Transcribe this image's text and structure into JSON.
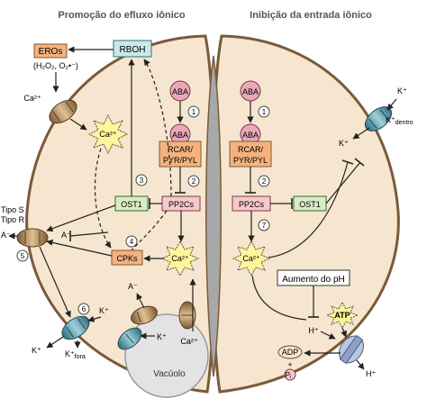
{
  "titles": {
    "left": "Promoção do efluxo iônico",
    "right": "Inibição da entrada iônico"
  },
  "left": {
    "eros_box": "EROs",
    "eros_formula": "(H₂O₂, O₂•⁻)",
    "rboh_box": "RBOH",
    "ca_channel_label": "Ca²⁺",
    "ca_burst_label": "Ca²⁺",
    "aba_ligand": "ABA",
    "aba_receptor_top": "ABA",
    "rcar_box": "RCAR/\nPYR/PYL",
    "pp2cs_box": "PP2Cs",
    "ost1_box": "OST1",
    "cpks_box": "CPKs",
    "ca_burst2_label": "Ca²⁺",
    "tipo_s": "Tipo S",
    "tipo_r": "Tipo R",
    "anion_left": "A⁻",
    "anion_mid": "A⁻",
    "anion_vac": "A⁻",
    "k_vac": "K⁺",
    "ca_vac": "Ca²⁺",
    "k_out_left": "K⁺",
    "k_plus_channel": "K⁺",
    "k_fora": "K⁺",
    "k_fora_sub": "fora",
    "vacuolo": "Vacúolo",
    "steps": [
      "1",
      "2",
      "3",
      "4",
      "5",
      "6"
    ]
  },
  "right": {
    "aba_ligand": "ABA",
    "aba_receptor_top": "ABA",
    "rcar_box": "RCAR/\nPYR/PYL",
    "pp2cs_box": "PP2Cs",
    "ost1_box": "OST1",
    "ca_burst_label": "Ca²⁺",
    "k_outside": "K⁺",
    "k_dentro": "K⁺",
    "k_dentro_sub": "dentro",
    "k_inside": "K⁺",
    "ph_box": "Aumento do pH",
    "h_plus": "H⁺",
    "atp_label": "ATP",
    "adp_label": "ADP",
    "plus": "+",
    "pi_label": "P",
    "pi_sub": "i",
    "h_out": "H⁺",
    "steps": [
      "1",
      "2",
      "7"
    ]
  },
  "colors": {
    "cell_fill": "#f6e6cf",
    "cell_stroke": "#7a5a3a",
    "pore": "#a8a8a8",
    "box_green": "#d9ecc4",
    "box_pink": "#f5c9c9",
    "box_orange": "#f5b27d",
    "box_teal": "#cde8e8",
    "aba_circle": "#e8a8b8",
    "burst_yellow": "#fff59a",
    "vacuole": "#e3e3e3"
  }
}
